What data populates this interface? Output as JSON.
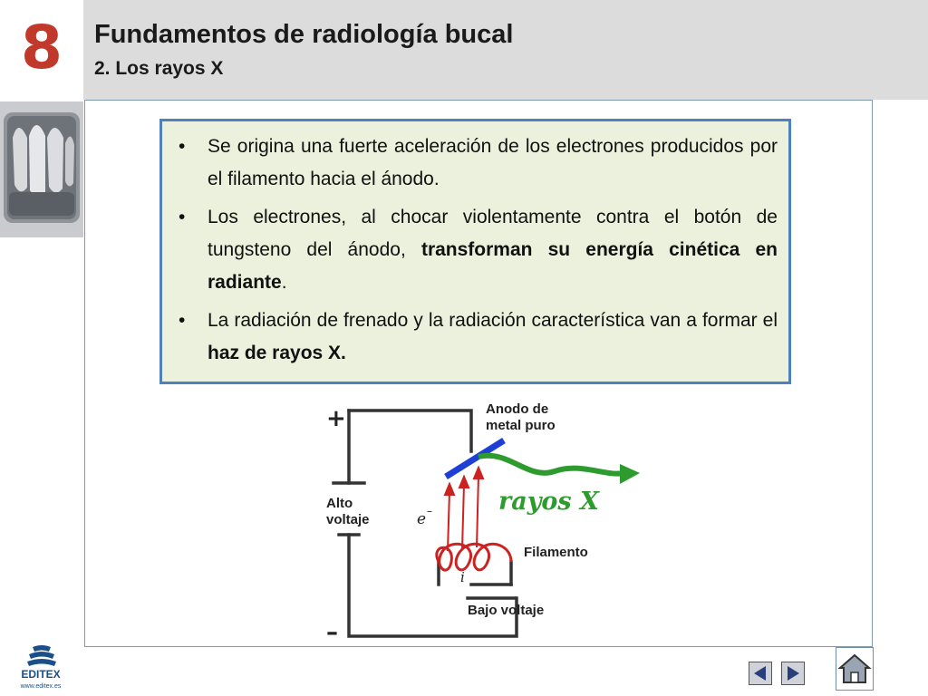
{
  "header": {
    "chapter_number": "8",
    "title": "Fundamentos de radiología bucal",
    "subtitle": "2. Los rayos X"
  },
  "bullets": [
    {
      "bullet": "•",
      "parts": [
        {
          "text": "Se origina una fuerte aceleración de los electrones producidos por el filamento hacia el ánodo."
        }
      ]
    },
    {
      "bullet": "•",
      "parts": [
        {
          "text": "Los electrones, al chocar violentamente contra el botón de tungsteno del ánodo, "
        },
        {
          "text": "transforman su energía cinética en radiante"
        },
        {
          "text": "."
        }
      ]
    },
    {
      "bullet": "•",
      "parts": [
        {
          "text": "La radiación de frenado y la radiación característica van a formar el "
        },
        {
          "text": "haz de rayos X."
        }
      ]
    }
  ],
  "diagram": {
    "plus": "+",
    "minus": "–",
    "alto": "Alto",
    "voltaje": "voltaje",
    "anodo_1": "Anodo de",
    "anodo_2": "metal puro",
    "rayos": "rayos X",
    "electron": "e",
    "electron_sup": "–",
    "filamento": "Filamento",
    "current": "i",
    "bajo": "Bajo voltaje"
  },
  "logo": {
    "brand": "EDITEX",
    "url": "www.editex.es"
  },
  "colors": {
    "chapter_number": "#c0392b",
    "textbox_bg": "#ebf1dd",
    "textbox_border": "#4f81bd",
    "header_bg": "#dcdcdc",
    "anode": "#1e3fd6",
    "electrons": "#cc2222",
    "rays": "#2e9b2e"
  },
  "icons": {
    "nav_prev": "triangle-left-icon",
    "nav_next": "triangle-right-icon",
    "home": "house-icon"
  }
}
